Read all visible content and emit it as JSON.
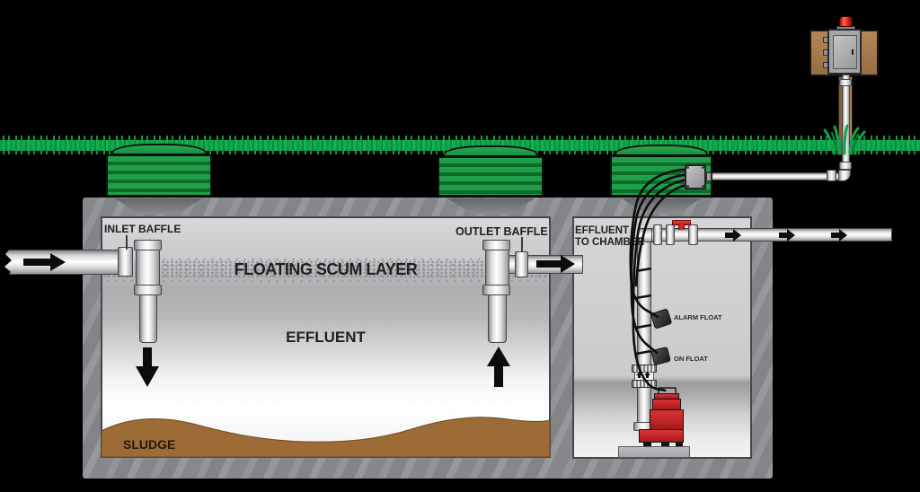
{
  "diagram": {
    "labels": {
      "inlet_baffle": "INLET BAFFLE",
      "outlet_baffle": "OUTLET BAFFLE",
      "floating_scum_layer": "FLOATING SCUM LAYER",
      "effluent": "EFFLUENT",
      "sludge": "SLUDGE",
      "effluent_to_chamber_line1": "EFFLUENT",
      "effluent_to_chamber_line2": "TO CHAMBER",
      "alarm_float": "ALARM FLOAT",
      "on_float": "ON FLOAT"
    },
    "colors": {
      "background": "#000000",
      "grass_green": "#12A84D",
      "riser_green": "#1FA047",
      "riser_rib_dark": "#0B6C2D",
      "tank_concrete": "#8A8B8E",
      "chamber_interior": "#D6D6D8",
      "sludge_brown": "#9D6B36",
      "pump_red": "#C22525",
      "valve_handle_red": "#E03020",
      "alarm_light_red": "#E22619",
      "post_brown": "#A97C4E",
      "cable_black": "#0D0D0D",
      "pipe_white": "#FFFFFF"
    }
  }
}
